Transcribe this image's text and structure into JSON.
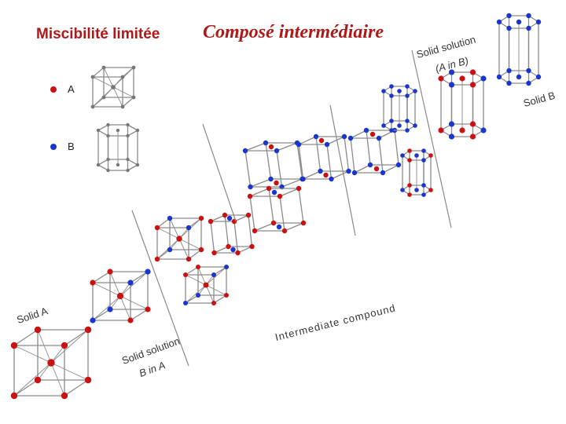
{
  "title": {
    "part1": "Miscibilité limitée",
    "part2": "Composé intermédiaire"
  },
  "legend": [
    {
      "label": "A",
      "color": "#cc1111"
    },
    {
      "label": "B",
      "color": "#1a36cc"
    }
  ],
  "labels": {
    "solid_a": "Solid A",
    "solid_solution_b_in_a_1": "Solid solution",
    "solid_solution_b_in_a_2": "B in A",
    "intermediate": "Intermediate compound",
    "solid_solution_a_in_b_1": "Solid solution",
    "solid_solution_a_in_b_2": "(A in B)",
    "solid_b": "Solid B"
  },
  "colors": {
    "atom_a": "#cc1111",
    "atom_b": "#1a36cc",
    "atom_grey": "#777777",
    "title": "#b01818"
  }
}
